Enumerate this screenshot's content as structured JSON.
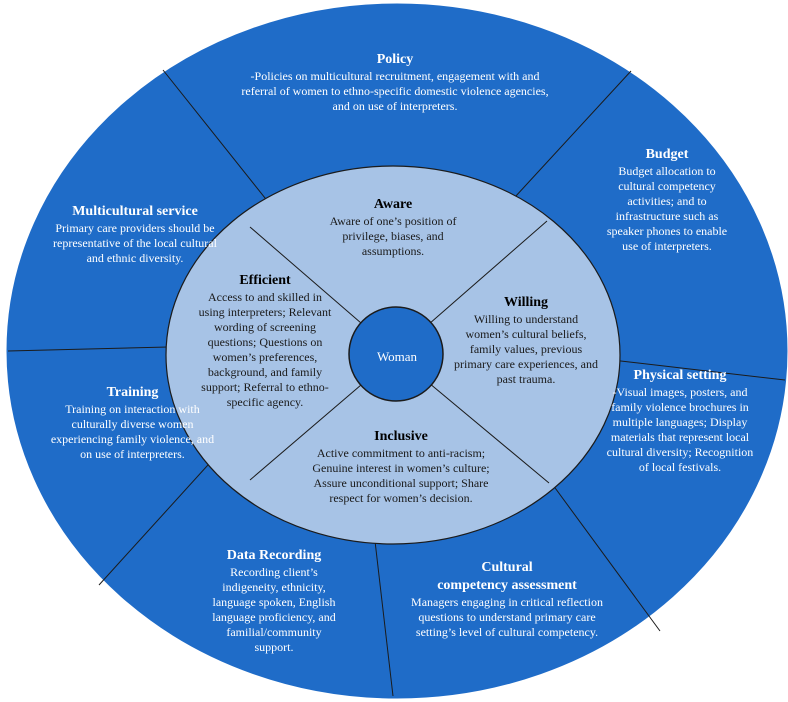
{
  "colors": {
    "outer_ring": "#1f6cc8",
    "inner_ring": "#a7c3e6",
    "center": "#1f6cc8",
    "line": "#1b1b1b"
  },
  "center": {
    "label": "Woman"
  },
  "outer": {
    "policy": {
      "title": "Policy",
      "body": "-Policies on multicultural recruitment, engagement with and referral of women to ethno-specific domestic violence agencies, and on use of interpreters."
    },
    "budget": {
      "title": "Budget",
      "body": "Budget allocation to cultural competency activities; and to infrastructure such as speaker phones to enable use of interpreters."
    },
    "physical_setting": {
      "title": "Physical setting",
      "body": "-Visual images, posters, and family violence brochures in multiple languages; Display materials that represent local cultural diversity; Recognition of local festivals."
    },
    "cultural_assessment": {
      "title_line1": "Cultural",
      "title_line2": "competency assessment",
      "body": "Managers engaging in critical reflection questions to understand primary care setting’s level of cultural competency."
    },
    "data_recording": {
      "title": "Data Recording",
      "body": "Recording client’s indigeneity, ethnicity, language spoken, English language proficiency, and familial/community support."
    },
    "training": {
      "title": "Training",
      "body": "Training on interaction with culturally diverse women experiencing family violence, and on use of interpreters."
    },
    "multicultural_service": {
      "title": "Multicultural service",
      "body": "Primary care providers should be representative of the local cultural and ethnic diversity."
    }
  },
  "inner": {
    "aware": {
      "title": "Aware",
      "body": "Aware of one’s position of privilege, biases, and assumptions."
    },
    "willing": {
      "title": "Willing",
      "body": "Willing to understand women’s cultural beliefs, family values, previous primary care experiences, and past trauma."
    },
    "inclusive": {
      "title": "Inclusive",
      "body": "Active commitment to anti-racism; Genuine interest in women’s culture; Assure unconditional support; Share respect for women’s decision."
    },
    "efficient": {
      "title": "Efficient",
      "body": "Access to and skilled in using interpreters; Relevant wording of screening questions; Questions on women’s preferences, background, and family support; Referral to ethno-specific agency."
    }
  }
}
